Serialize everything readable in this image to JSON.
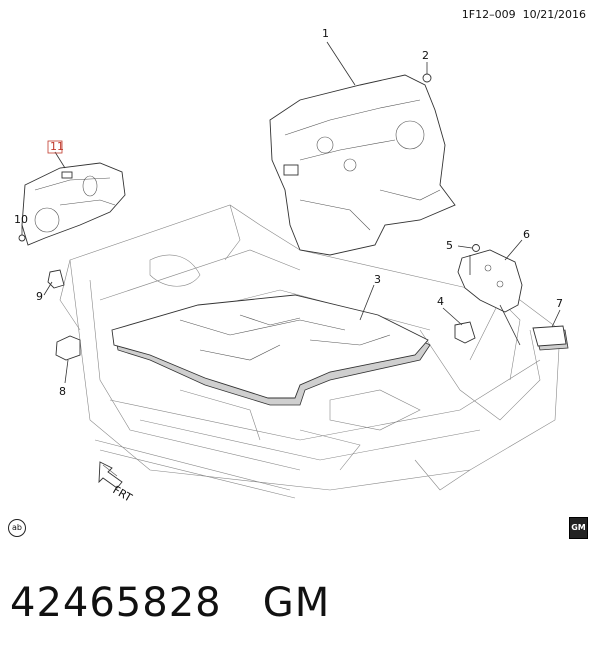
{
  "header": {
    "drawing_id": "1F12–009",
    "date": "10/21/2016"
  },
  "callouts": [
    "1",
    "2",
    "3",
    "4",
    "5",
    "6",
    "7",
    "8",
    "9",
    "10",
    "11"
  ],
  "front_arrow_label": "FRT",
  "badge": "ab",
  "logo": "GM",
  "footer": {
    "part_number": "42465828",
    "brand": "GM"
  },
  "colors": {
    "highlight": "#c0392b",
    "line": "#333333"
  }
}
